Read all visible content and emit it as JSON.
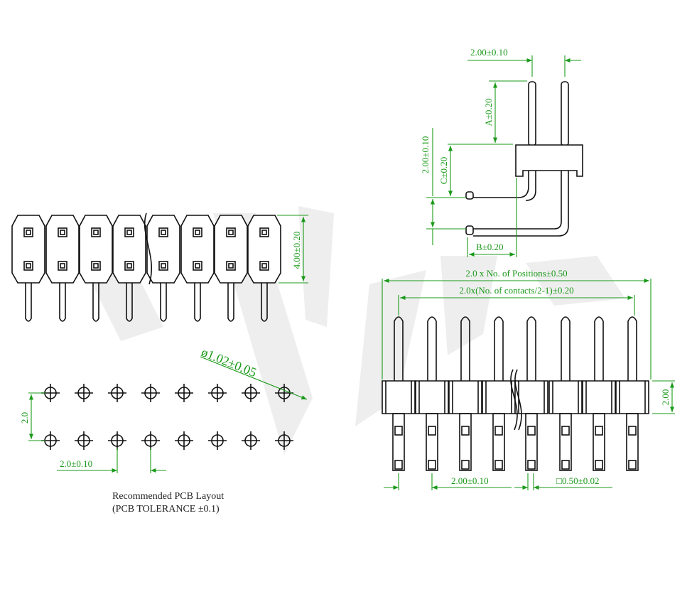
{
  "colors": {
    "outline": "#111111",
    "dimension": "#1a9a1a",
    "watermark": "#eeeeee",
    "background": "#ffffff"
  },
  "side_view": {
    "pin_pitch": "2.00±0.10",
    "dim_a": "A±0.20",
    "dim_height": "2.00±0.10",
    "dim_c": "C±0.20",
    "dim_b": "B±0.20"
  },
  "front_view": {
    "dim_height": "4.00±0.20"
  },
  "top_view": {
    "overall_length": "2.0 x No. of Positions±0.50",
    "pin_span": "2.0x(No. of contacts/2-1)±0.20",
    "body_height": "2.00",
    "pin_pitch": "2.00±0.10",
    "pin_size": "□0.50±0.02"
  },
  "pcb_layout": {
    "hole_diameter": "ø1.02±0.05",
    "row_pitch": "2.0",
    "col_pitch": "2.0±0.10",
    "caption_line1": "Recommended PCB Layout",
    "caption_line2": "(PCB TOLERANCE ±0.1)"
  }
}
